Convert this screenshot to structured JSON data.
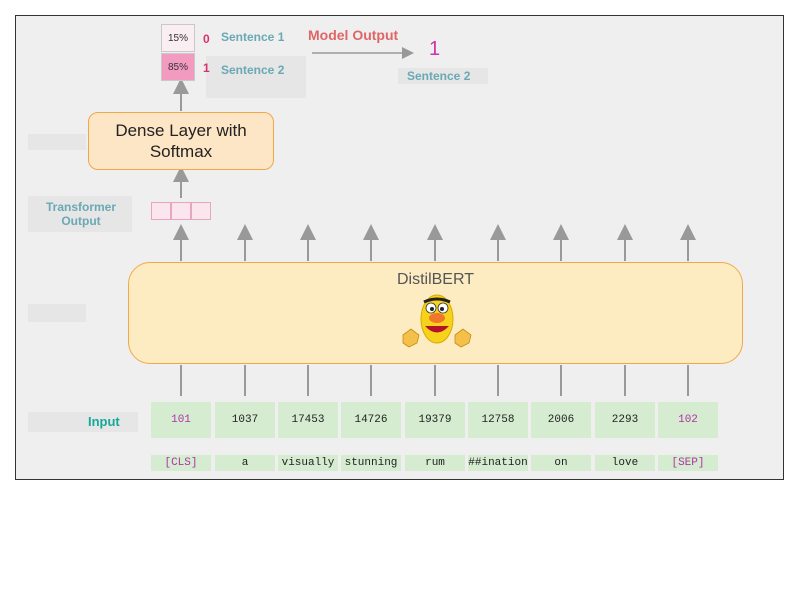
{
  "output": {
    "probabilities": [
      {
        "percent": "15%",
        "class_index": "0",
        "label": "Sentence 1",
        "fill": "#fbeef3"
      },
      {
        "percent": "85%",
        "class_index": "1",
        "label": "Sentence 2",
        "fill": "#f29ac0"
      }
    ],
    "model_output_label": "Model Output",
    "predicted_class": "1",
    "predicted_label": "Sentence 2"
  },
  "dense_layer": {
    "label": "Dense Layer with\nSoftmax"
  },
  "transformer_output": {
    "label": "Transformer\nOutput"
  },
  "model": {
    "name": "DistilBERT",
    "mascot_icon": "bert-muppet-icon"
  },
  "input": {
    "label": "Input",
    "tokens": [
      {
        "id": "101",
        "text": "[CLS]",
        "special": true
      },
      {
        "id": "1037",
        "text": "a",
        "special": false
      },
      {
        "id": "17453",
        "text": "visually",
        "special": false
      },
      {
        "id": "14726",
        "text": "stunning",
        "special": false
      },
      {
        "id": "19379",
        "text": "rum",
        "special": false
      },
      {
        "id": "12758",
        "text": "##ination",
        "special": false
      },
      {
        "id": "2006",
        "text": "on",
        "special": false
      },
      {
        "id": "2293",
        "text": "love",
        "special": false
      },
      {
        "id": "102",
        "text": "[SEP]",
        "special": true
      }
    ]
  },
  "colors": {
    "accent_red": "#e06666",
    "label_teal": "#6aa9b4",
    "input_green": "#16a89a",
    "special_token": "#b233a6",
    "token_bg": "#d5ecd1",
    "box_orange": "#f0a84a",
    "box_fill": "#fde6c5"
  }
}
